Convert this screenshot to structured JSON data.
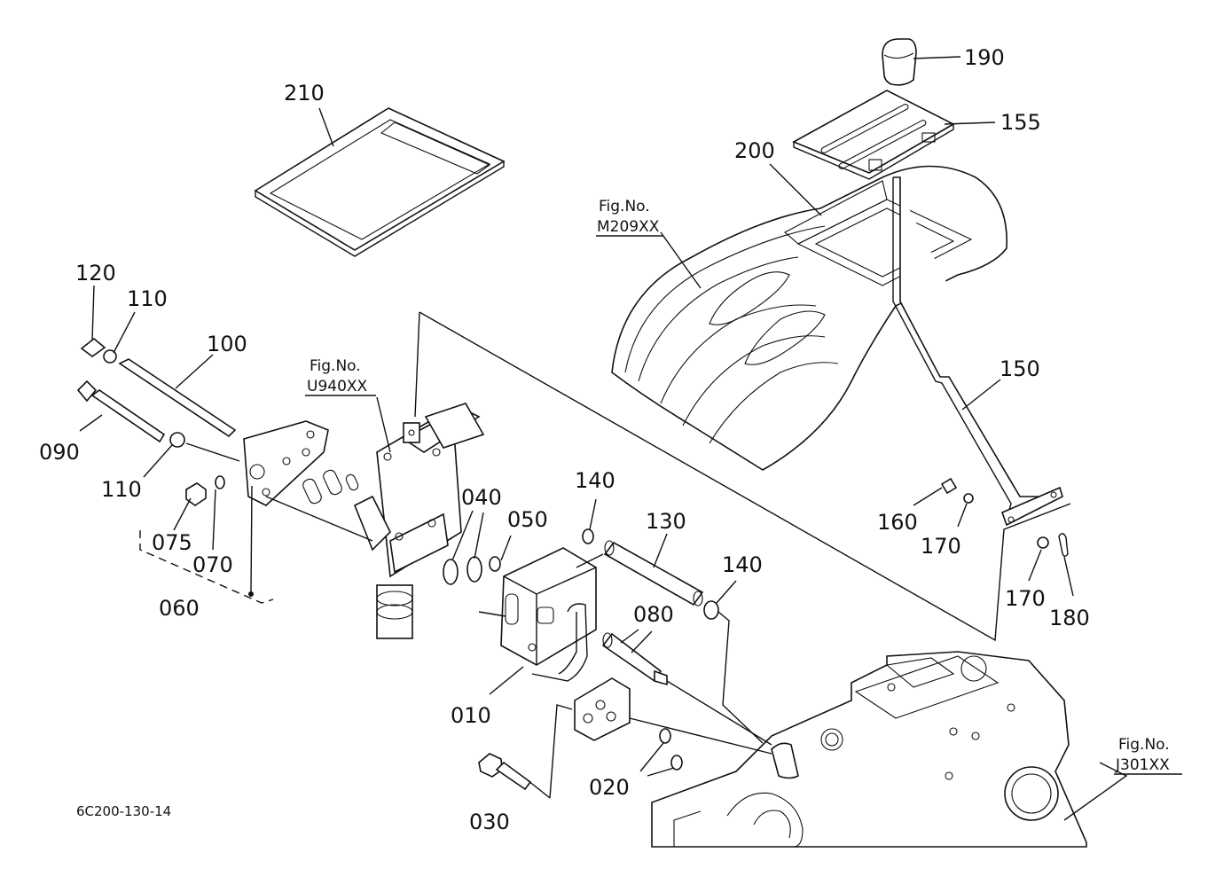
{
  "diagram": {
    "drawing_code": "6C200-130-14",
    "figure_refs": [
      {
        "id": "m209",
        "line1": "Fig.No.",
        "line2": "M209XX"
      },
      {
        "id": "u940",
        "line1": "Fig.No.",
        "line2": "U940XX"
      },
      {
        "id": "j301",
        "line1": "Fig.No.",
        "line2": "J301XX"
      }
    ],
    "callouts": [
      {
        "id": "c190",
        "label": "190"
      },
      {
        "id": "c155",
        "label": "155"
      },
      {
        "id": "c200",
        "label": "200"
      },
      {
        "id": "c210",
        "label": "210"
      },
      {
        "id": "c150",
        "label": "150"
      },
      {
        "id": "c120",
        "label": "120"
      },
      {
        "id": "c110a",
        "label": "110"
      },
      {
        "id": "c100",
        "label": "100"
      },
      {
        "id": "c090",
        "label": "090"
      },
      {
        "id": "c110b",
        "label": "110"
      },
      {
        "id": "c075",
        "label": "075"
      },
      {
        "id": "c070",
        "label": "070"
      },
      {
        "id": "c060",
        "label": "060"
      },
      {
        "id": "c040",
        "label": "040"
      },
      {
        "id": "c050",
        "label": "050"
      },
      {
        "id": "c140a",
        "label": "140"
      },
      {
        "id": "c130",
        "label": "130"
      },
      {
        "id": "c140b",
        "label": "140"
      },
      {
        "id": "c080",
        "label": "080"
      },
      {
        "id": "c010",
        "label": "010"
      },
      {
        "id": "c020",
        "label": "020"
      },
      {
        "id": "c030",
        "label": "030"
      },
      {
        "id": "c160",
        "label": "160"
      },
      {
        "id": "c170a",
        "label": "170"
      },
      {
        "id": "c170b",
        "label": "170"
      },
      {
        "id": "c180",
        "label": "180"
      }
    ]
  }
}
